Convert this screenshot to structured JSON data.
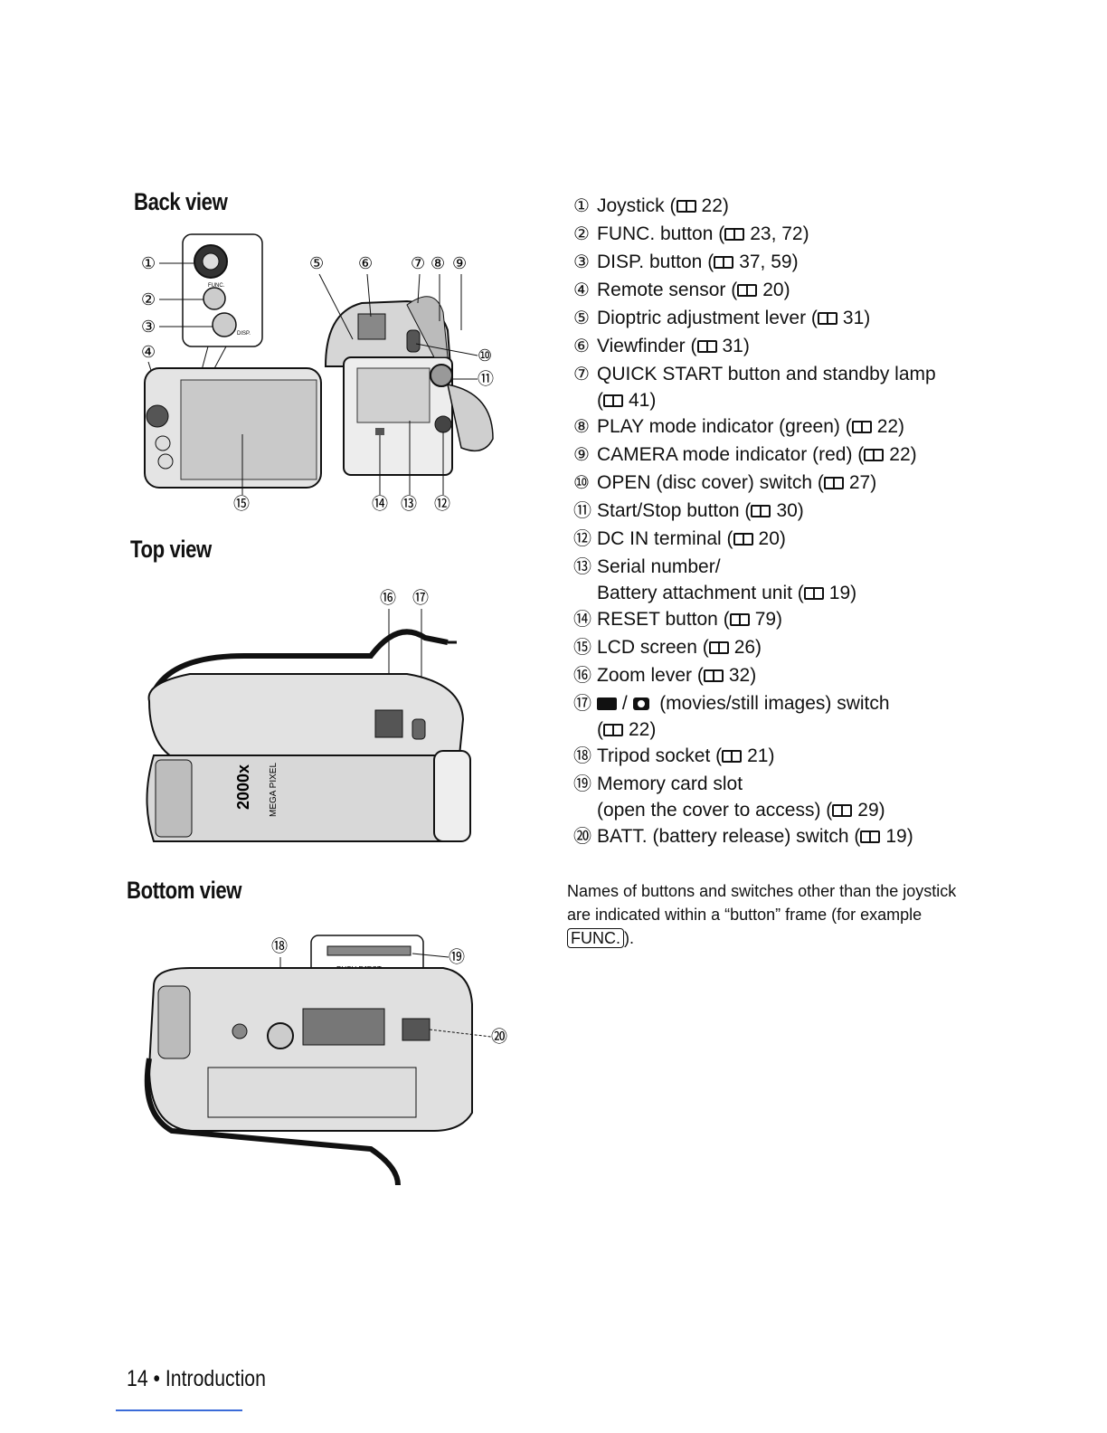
{
  "headings": {
    "back": "Back view",
    "top": "Top view",
    "bottom": "Bottom view"
  },
  "figure_labels": {
    "back_func": "FUNC.",
    "back_disp": "DISP.",
    "bottom_push_eject": "PUSH EJECT",
    "top_zoom_text": "2000x",
    "top_mega": "MEGA PIXEL"
  },
  "callouts": {
    "c1": "①",
    "c2": "②",
    "c3": "③",
    "c4": "④",
    "c5": "⑤",
    "c6": "⑥",
    "c7": "⑦",
    "c8": "⑧",
    "c9": "⑨",
    "c10": "⑩",
    "c11": "⑪",
    "c12": "⑫",
    "c13": "⑬",
    "c14": "⑭",
    "c15": "⑮",
    "c16": "⑯",
    "c17": "⑰",
    "c18": "⑱",
    "c19": "⑲",
    "c20": "⑳"
  },
  "parts": [
    {
      "num": "①",
      "text": "Joystick (",
      "ref": "22)"
    },
    {
      "num": "②",
      "text": "FUNC. button (",
      "ref": "23, 72)"
    },
    {
      "num": "③",
      "text": "DISP. button (",
      "ref": "37, 59)"
    },
    {
      "num": "④",
      "text": "Remote sensor (",
      "ref": "20)"
    },
    {
      "num": "⑤",
      "text": "Dioptric adjustment lever (",
      "ref": "31)"
    },
    {
      "num": "⑥",
      "text": "Viewfinder (",
      "ref": "31)"
    },
    {
      "num": "⑦",
      "text": "QUICK START button and standby lamp",
      "cont_pre": "(",
      "ref": "41)"
    },
    {
      "num": "⑧",
      "text": "PLAY mode indicator (green) (",
      "ref": "22)"
    },
    {
      "num": "⑨",
      "text": "CAMERA mode indicator (red) (",
      "ref": "22)"
    },
    {
      "num": "⑩",
      "text": "OPEN (disc cover) switch (",
      "ref": "27)"
    },
    {
      "num": "⑪",
      "text": "Start/Stop button (",
      "ref": "30)"
    },
    {
      "num": "⑫",
      "text": "DC IN terminal (",
      "ref": "20)"
    },
    {
      "num": "⑬",
      "text": "Serial number/",
      "cont_text": "Battery attachment unit (",
      "ref": "19)"
    },
    {
      "num": "⑭",
      "text": "RESET button (",
      "ref": "79)"
    },
    {
      "num": "⑮",
      "text": "LCD screen (",
      "ref": "26)"
    },
    {
      "num": "⑯",
      "text": "Zoom lever (",
      "ref": "32)"
    },
    {
      "num": "⑰",
      "text": "(movies/still images) switch",
      "cont_pre": "(",
      "ref": "22)"
    },
    {
      "num": "⑱",
      "text": "Tripod socket (",
      "ref": "21)"
    },
    {
      "num": "⑲",
      "text": "Memory card slot",
      "cont_text": "(open the cover to access)  (",
      "ref": "29)"
    },
    {
      "num": "⑳",
      "text": "BATT. (battery release) switch (",
      "ref": "19)"
    }
  ],
  "note": {
    "text": "Names of buttons and switches other than the joystick are indicated within a “button” frame (for example ",
    "example": "FUNC.",
    "end": ")."
  },
  "footer": "14 • Introduction"
}
